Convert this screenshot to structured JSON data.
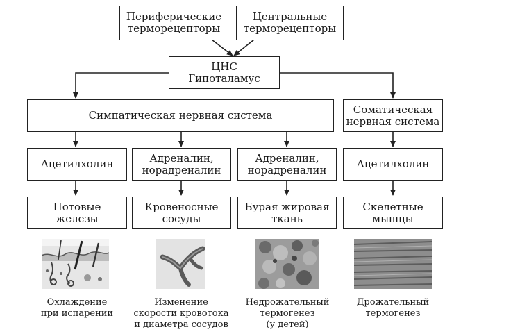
{
  "nodes": {
    "peripheral": [
      "Периферические",
      "терморецепторы"
    ],
    "central": [
      "Центральные",
      "терморецепторы"
    ],
    "cns": [
      "ЦНС",
      "Гипоталамус"
    ],
    "sympathetic": [
      "Симпатическая нервная система"
    ],
    "somatic": [
      "Соматическая",
      "нервная система"
    ],
    "acetylcholine_1": [
      "Ацетилхолин"
    ],
    "adrenaline_1": [
      "Адреналин,",
      "норадреналин"
    ],
    "adrenaline_2": [
      "Адреналин,",
      "норадреналин"
    ],
    "acetylcholine_2": [
      "Ацетилхолин"
    ],
    "sweat_glands": [
      "Потовые",
      "железы"
    ],
    "blood_vessels": [
      "Кровеносные",
      "сосуды"
    ],
    "brown_fat": [
      "Бурая жировая",
      "ткань"
    ],
    "skeletal_muscles": [
      "Скелетные",
      "мышцы"
    ]
  },
  "captions": {
    "cooling": [
      "Охлаждение",
      "при испарении"
    ],
    "blood_flow": [
      "Изменение",
      "скорости кровотока",
      "и диаметра сосудов"
    ],
    "nonshivering": [
      "Недрожательный",
      "термогенез",
      "(у детей)"
    ],
    "shivering": [
      "Дрожательный",
      "термогенез"
    ]
  }
}
